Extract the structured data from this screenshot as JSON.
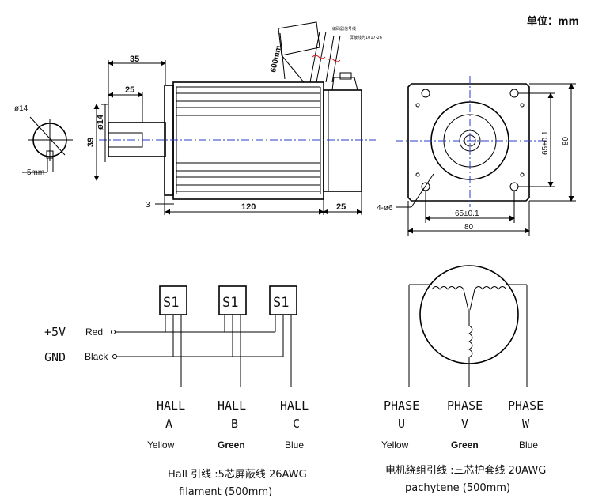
{
  "unit_label": "单位：mm",
  "dimensions": {
    "length_35": "35",
    "length_25_shaft": "25",
    "shaft_dia": "ø14",
    "height_39": "39",
    "body_120": "120",
    "rear_25": "25",
    "flange_3": "3",
    "cable_600": "600mm",
    "cable_note_1": "编码器信号线",
    "cable_note_2": "屏蔽线为1017-26",
    "key_dia": "ø14",
    "key_5mm": "5mm",
    "holes": "4-ø6",
    "hole_spacing_h": "65±0.1",
    "hole_spacing_v": "65±0.1",
    "flange_width": "80",
    "flange_height": "80"
  },
  "hall": {
    "sensor_label": "S1",
    "vcc_label": "+5V",
    "gnd_label": "GND",
    "red_label": "Red",
    "black_label": "Black",
    "word": "HALL",
    "channels": [
      {
        "letter": "A",
        "color": "Yellow"
      },
      {
        "letter": "B",
        "color": "Green"
      },
      {
        "letter": "C",
        "color": "Blue"
      }
    ],
    "note_line1": "Hall 引线 :5芯屏蔽线 26AWG",
    "note_line2": "filament (500mm)"
  },
  "phase": {
    "word": "PHASE",
    "channels": [
      {
        "letter": "U",
        "color": "Yellow"
      },
      {
        "letter": "V",
        "color": "Green"
      },
      {
        "letter": "W",
        "color": "Blue"
      }
    ],
    "note_line1": "电机绕组引线 :三芯护套线 20AWG",
    "note_line2": "pachytene (500mm)"
  }
}
